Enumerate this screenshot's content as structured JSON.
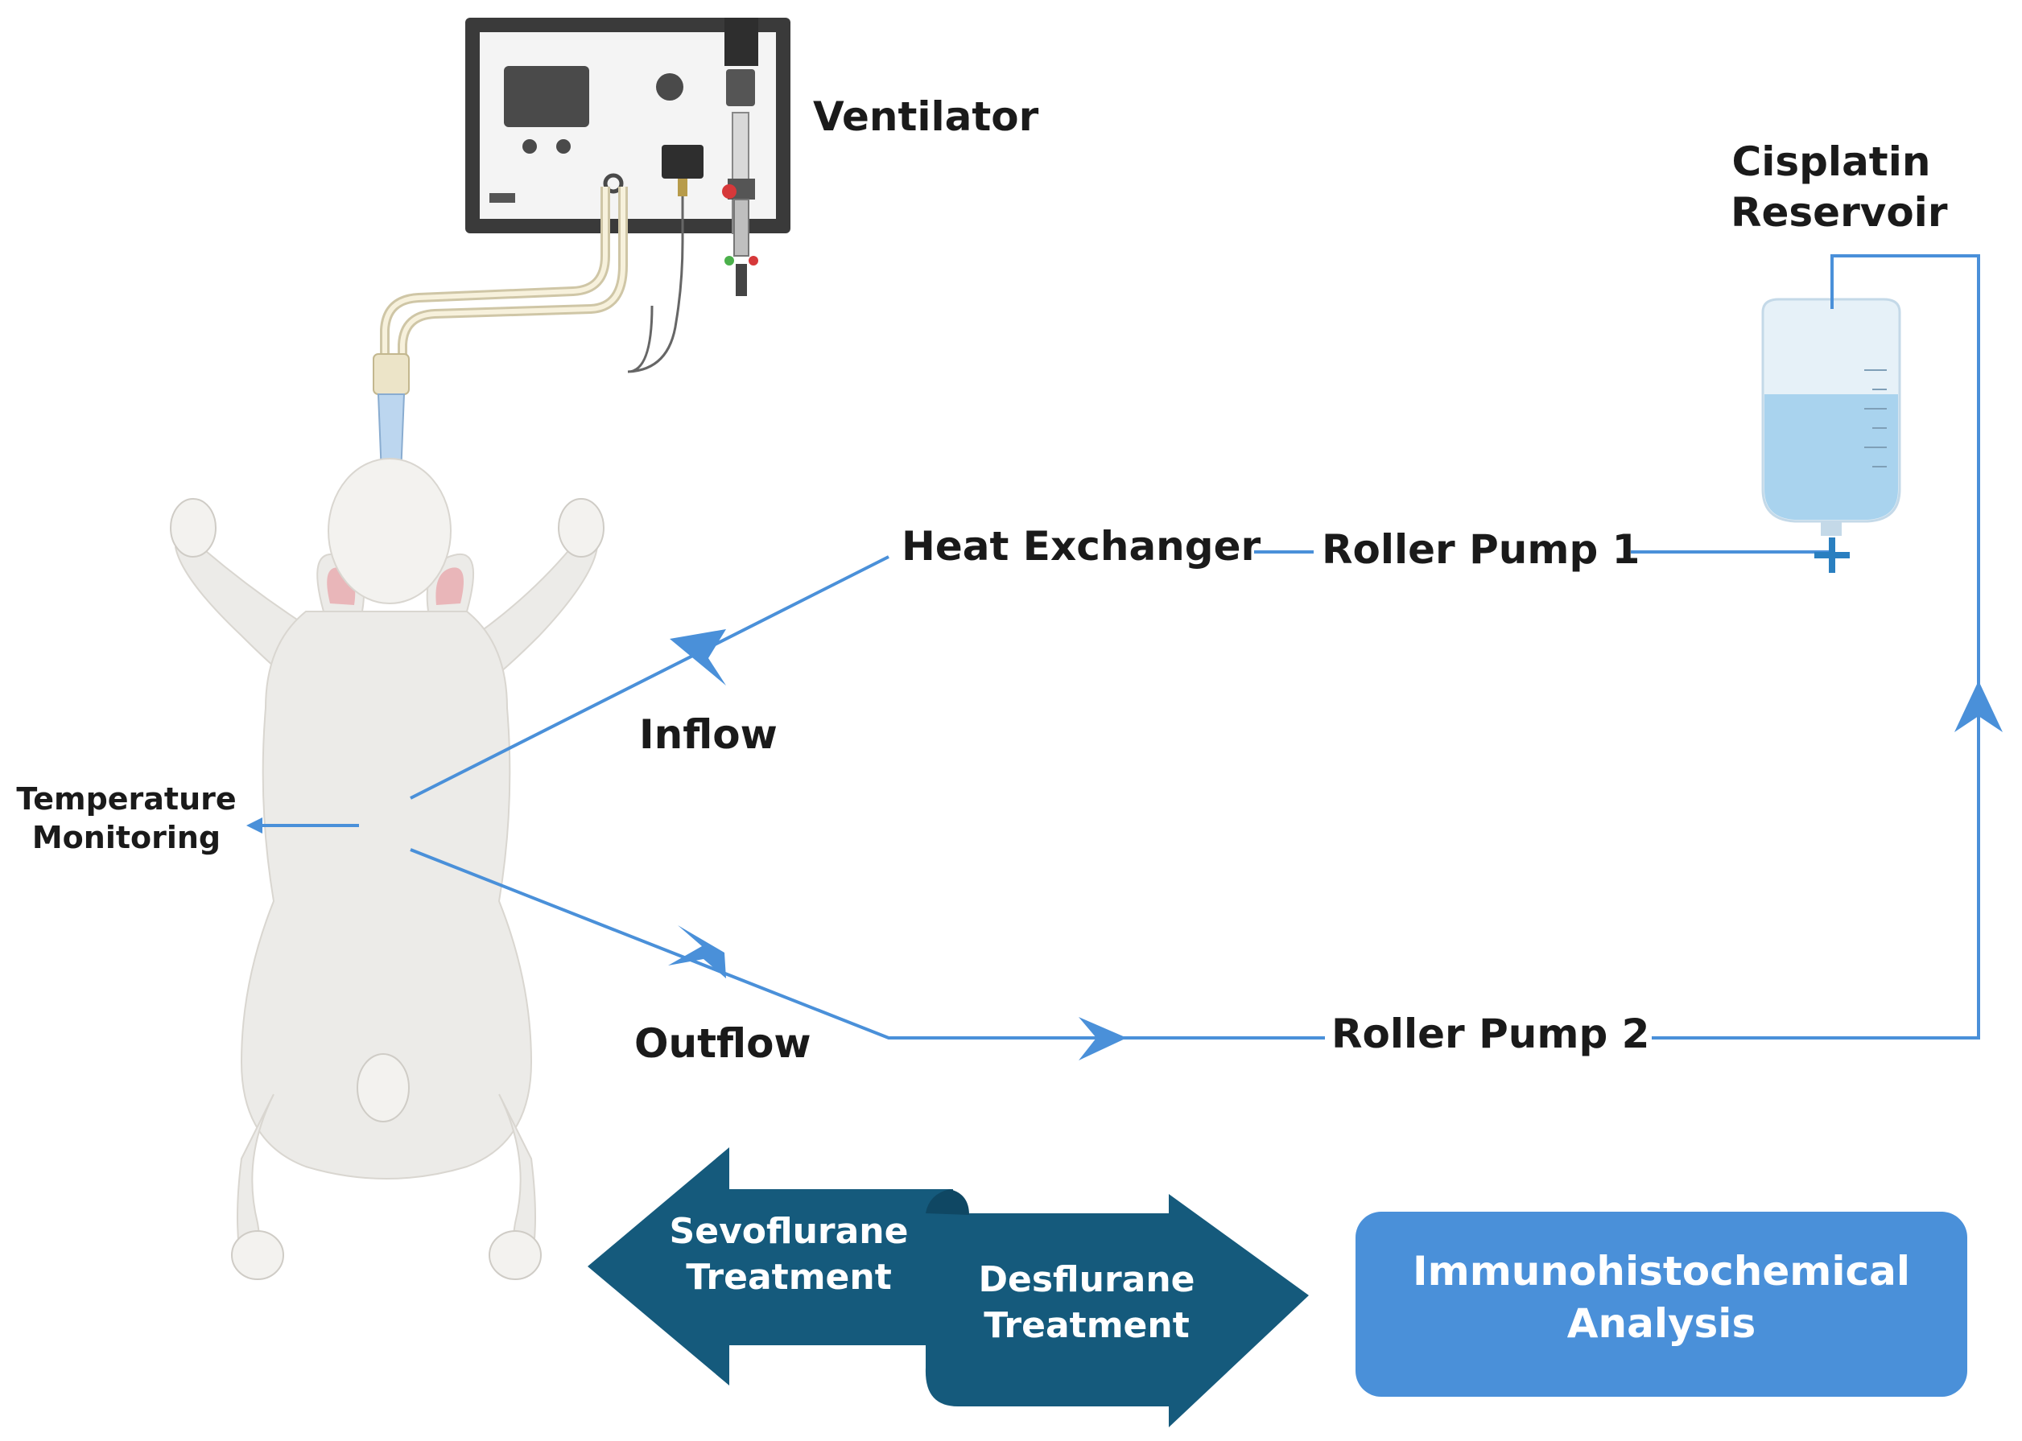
{
  "colors": {
    "flow_line": "#4a90d9",
    "arrow_dark": "#155a7c",
    "analysis_box": "#4a90d9",
    "rabbit_fur": "#ecebe8",
    "ventilator_frame": "#3a3a3a",
    "reservoir_fluid": "#a9d3ee"
  },
  "labels": {
    "ventilator": "Ventilator",
    "cisplatin_line1": "Cisplatin",
    "cisplatin_line2": "Reservoir",
    "heat_exchanger": "Heat Exchanger",
    "roller_pump_1": "Roller Pump 1",
    "roller_pump_2": "Roller Pump 2",
    "inflow": "Inflow",
    "outflow": "Outflow",
    "temperature_line1": "Temperature",
    "temperature_line2": "Monitoring"
  },
  "bottom": {
    "sevoflurane_line1": "Sevoflurane",
    "sevoflurane_line2": "Treatment",
    "desflurane_line1": "Desflurane",
    "desflurane_line2": "Treatment",
    "analysis_line1": "Immunohistochemical",
    "analysis_line2": "Analysis"
  },
  "icons": [
    "ventilator-icon",
    "rabbit-icon",
    "iv-bag-icon",
    "double-arrow-icon"
  ]
}
